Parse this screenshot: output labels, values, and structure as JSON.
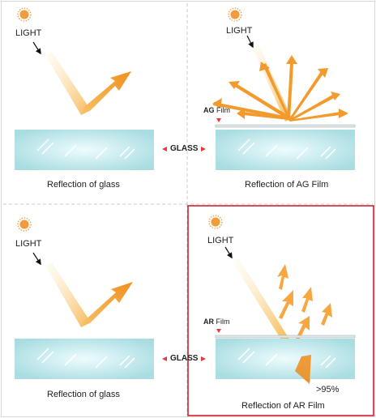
{
  "panels": {
    "top_left": {
      "light": "LIGHT",
      "caption": "Reflection of glass"
    },
    "top_right": {
      "light": "LIGHT",
      "film_prefix": "AG",
      "film_suffix": " Film",
      "caption": "Reflection of AG Film"
    },
    "bottom_left": {
      "light": "LIGHT",
      "caption": "Reflection of glass"
    },
    "bottom_right": {
      "light": "LIGHT",
      "film_prefix": "AR",
      "film_suffix": " Film",
      "transmission": ">95%",
      "caption": "Reflection of AR Film"
    }
  },
  "glass_label_top": "GLASS",
  "glass_label_bottom": "GLASS",
  "colors": {
    "glass_fill": "#b9e6ea",
    "glass_highlight": "#e9fafb",
    "arrow_orange": "#f4921f",
    "arrow_light": "#fde9b5",
    "sun": "#f39a3c",
    "grid_line": "#c8c8c8",
    "highlight_box": "#d02030",
    "marker_red": "#e53a3a"
  }
}
